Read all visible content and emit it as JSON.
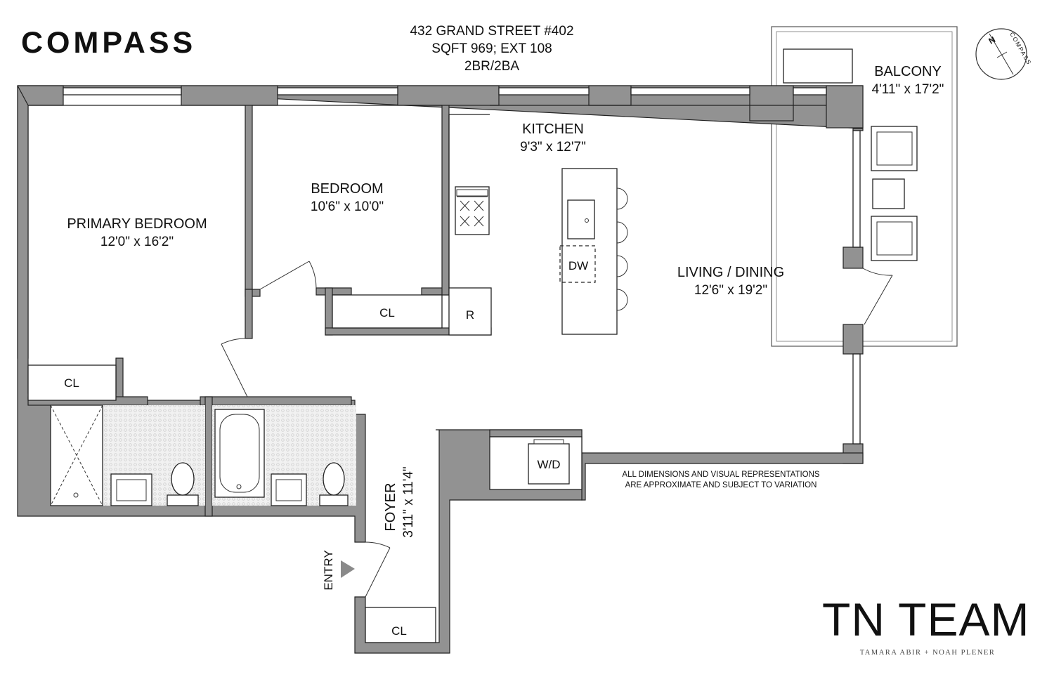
{
  "brand": {
    "logo_text": "COMPASS",
    "team_name": "TN TEAM",
    "team_members": "TAMARA ABIR + NOAH PLENER"
  },
  "header": {
    "address": "432 GRAND STREET #402",
    "area": "SQFT 969; EXT 108",
    "config": "2BR/2BA"
  },
  "compass_rose": {
    "north": "N",
    "word": "COMPASS"
  },
  "rooms": {
    "primary_bedroom": {
      "name": "PRIMARY BEDROOM",
      "dims": "12'0\" x 16'2\""
    },
    "bedroom": {
      "name": "BEDROOM",
      "dims": "10'6\" x 10'0\""
    },
    "kitchen": {
      "name": "KITCHEN",
      "dims": "9'3\" x 12'7\""
    },
    "living_dining": {
      "name": "LIVING / DINING",
      "dims": "12'6\" x 19'2\""
    },
    "balcony": {
      "name": "BALCONY",
      "dims": "4'11\" x 17'2\""
    },
    "foyer": {
      "name": "FOYER",
      "dims": "3'11\" x 11'4\""
    }
  },
  "fixtures": {
    "closet": "CL",
    "dishwasher": "DW",
    "refrigerator": "R",
    "washer_dryer": "W/D",
    "entry": "ENTRY"
  },
  "disclaimer": {
    "line1": "ALL DIMENSIONS AND VISUAL REPRESENTATIONS",
    "line2": "ARE APPROXIMATE AND SUBJECT TO VARIATION"
  },
  "colors": {
    "wall": "#929292",
    "outline": "#222222",
    "background": "#ffffff",
    "north_mark": "#d0312d"
  }
}
